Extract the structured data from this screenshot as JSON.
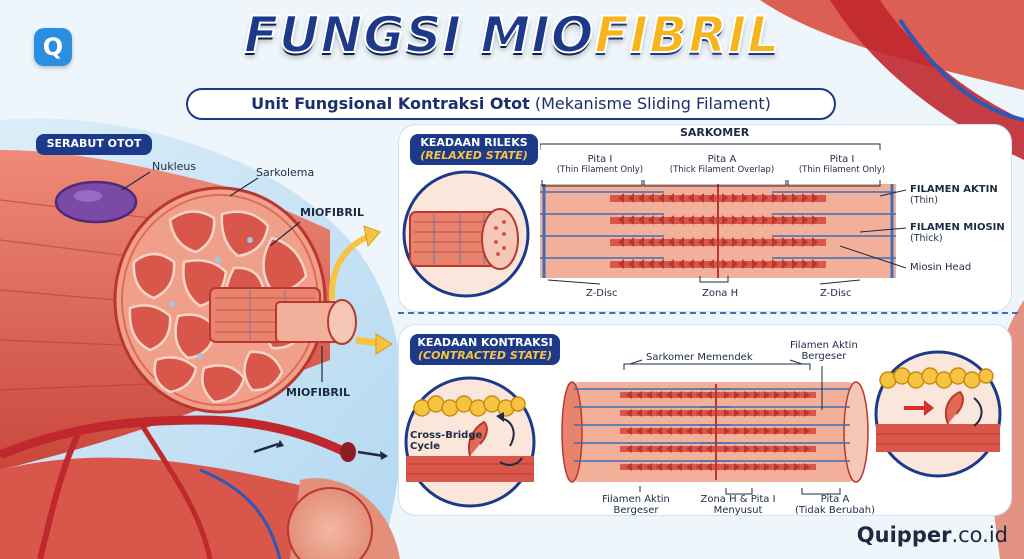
{
  "header": {
    "title_part1": "FUNGSI MIO",
    "title_part2": "FIBRIL",
    "subtitle_bold": "Unit Fungsional Kontraksi Otot",
    "subtitle_rest": "(Mekanisme Sliding Filament)"
  },
  "logo": {
    "letter": "Q"
  },
  "brand": {
    "name": "Quipper",
    "suffix": ".co.id"
  },
  "muscle": {
    "tag": "SERABUT OTOT",
    "labels": {
      "nukleus": "Nukleus",
      "sarkolema": "Sarkolema",
      "miofibril_top": "MIOFIBRIL",
      "miofibril_bottom": "MIOFIBRIL"
    }
  },
  "relaxed": {
    "tag": "KEADAAN RILEKS",
    "tag_en": "(RELAXED STATE)",
    "sarkomer": "SARKOMER",
    "band_left": "Pita I",
    "band_left_sub": "(Thin Filament Only)",
    "band_mid": "Pita A",
    "band_mid_sub": "(Thick Filament Overlap)",
    "band_right": "Pita I",
    "band_right_sub": "(Thin Filament Only)",
    "aktin": "FILAMEN AKTIN",
    "aktin_sub": "(Thin)",
    "miosin": "FILAMEN MIOSIN",
    "miosin_sub": "(Thick)",
    "head": "Miosin Head",
    "zdisc_left": "Z-Disc",
    "zona_h": "Zona H",
    "zdisc_right": "Z-Disc"
  },
  "contracted": {
    "tag": "KEADAAN KONTRAKSI",
    "tag_en": "(CONTRACTED STATE)",
    "memendek": "Sarkomer Memendek",
    "geser_top_1": "Filamen Aktin",
    "geser_top_2": "Bergeser",
    "cross_1": "Cross-Bridge",
    "cross_2": "Cycle",
    "bottom_left_1": "Filamen Aktin",
    "bottom_left_2": "Bergeser",
    "bottom_mid_1": "Zona H & Pita I",
    "bottom_mid_2": "Menyusut",
    "bottom_right_1": "Pita A",
    "bottom_right_2": "(Tidak Berubah)"
  },
  "colors": {
    "navy": "#1d3a8a",
    "gold": "#f6b51d",
    "muscle": "#d9574a",
    "muscle_light": "#f0a08a",
    "actin": "#3b6fb6",
    "vessel": "#c0282d"
  }
}
